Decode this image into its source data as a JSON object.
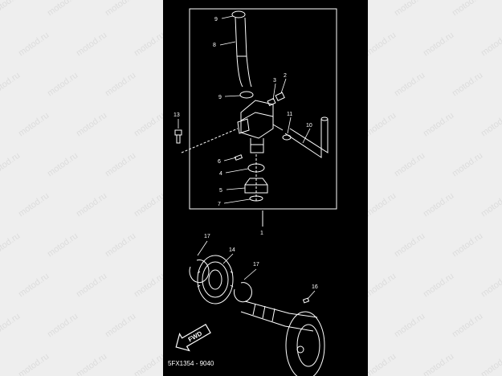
{
  "watermark": {
    "text": "motod.ru"
  },
  "callouts": {
    "c1": "1",
    "c2": "2",
    "c3": "3",
    "c4": "4",
    "c5": "5",
    "c6": "6",
    "c7": "7",
    "c8": "8",
    "c9a": "9",
    "c9b": "9",
    "c10": "10",
    "c11": "11",
    "c13": "13",
    "c14": "14",
    "c16": "16",
    "c17a": "17",
    "c17b": "17"
  },
  "fwd_label": "FWD",
  "figure_code": "5FX1354 - 9040",
  "colors": {
    "panel": "#000000",
    "line": "#ffffff",
    "page": "#eeeeee",
    "watermark": "#dcdcdc"
  }
}
